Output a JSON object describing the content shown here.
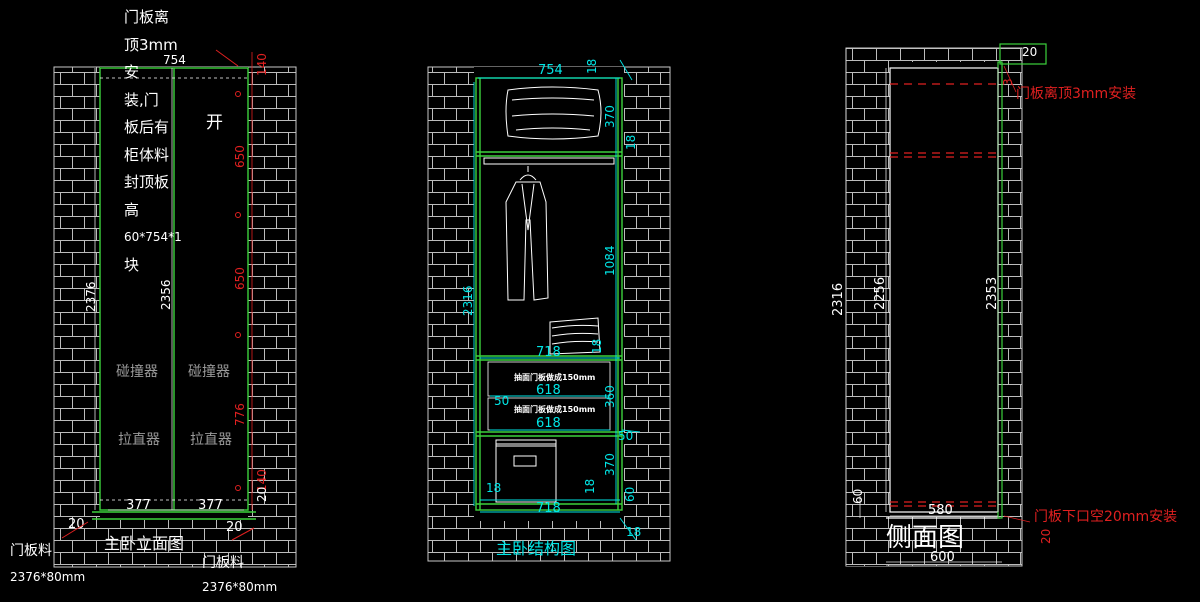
{
  "colors": {
    "background": "#000000",
    "wall_line": "#c8c8c8",
    "cabinet": "#3cd23c",
    "dimension": "#00e6e6",
    "red_dim": "#e02020",
    "label": "#ffffff",
    "muted_label": "#9a9a9a",
    "green_line": "#3cff3c"
  },
  "front_view": {
    "title": "主卧立面图",
    "note_top": [
      "门板离",
      "顶3mm安",
      "装,门",
      "板后有",
      "柜体料",
      "封顶板",
      "高",
      "60*754*1",
      "块"
    ],
    "open_label": "开",
    "dim_top_width": "754",
    "dim_total_height": "2376",
    "dim_door_height": "2356",
    "dim_left_door": "377",
    "dim_right_door": "377",
    "dim_gap_left": "20",
    "dim_gap_right": "20",
    "dim_bottom_right": "20",
    "red_dims": [
      "140",
      "650",
      "650",
      "776",
      "140"
    ],
    "hardware_bump_left": "碰撞器",
    "hardware_bump_right": "碰撞器",
    "hardware_straight_left": "拉直器",
    "hardware_straight_right": "拉直器",
    "door_material_left": [
      "门板料",
      "2376*80mm"
    ],
    "door_material_right": [
      "门板料",
      "2376*80mm"
    ]
  },
  "structure_view": {
    "title": "主卧结构图",
    "dim_top_width": "754",
    "dim_top_thick": "18",
    "dim_upper_compartment": "370",
    "dim_shelf_1": "18",
    "dim_hanging": "1084",
    "dim_total_height": "2316",
    "dim_shelf_width": "718",
    "dim_shelf_2": "18",
    "drawer_note_1": "抽面门板做成150mm",
    "drawer_width_1": "618",
    "drawer_side_gap": "50",
    "drawer_note_2": "抽面门板做成150mm",
    "drawer_width_2": "618",
    "dim_drawers_height": "360",
    "dim_right_gap": "50",
    "dim_bottom_compartment": "370",
    "dim_bottom_left_thick": "18",
    "dim_bottom_right_thick": "18",
    "dim_base": "60",
    "dim_bottom_width": "718",
    "dim_bottom_panel": "18"
  },
  "side_view": {
    "title": "侧面图",
    "dim_top_gap": "20",
    "dim_small": "3",
    "note_top": "门板离顶3mm安装",
    "dim_total_height": "2316",
    "dim_inner_height": "2256",
    "dim_door_height": "2353",
    "dim_base": "60",
    "dim_inner_depth": "580",
    "dim_depth": "600",
    "note_bottom": "门板下口空20mm安装",
    "dim_bottom_gap": "20"
  }
}
